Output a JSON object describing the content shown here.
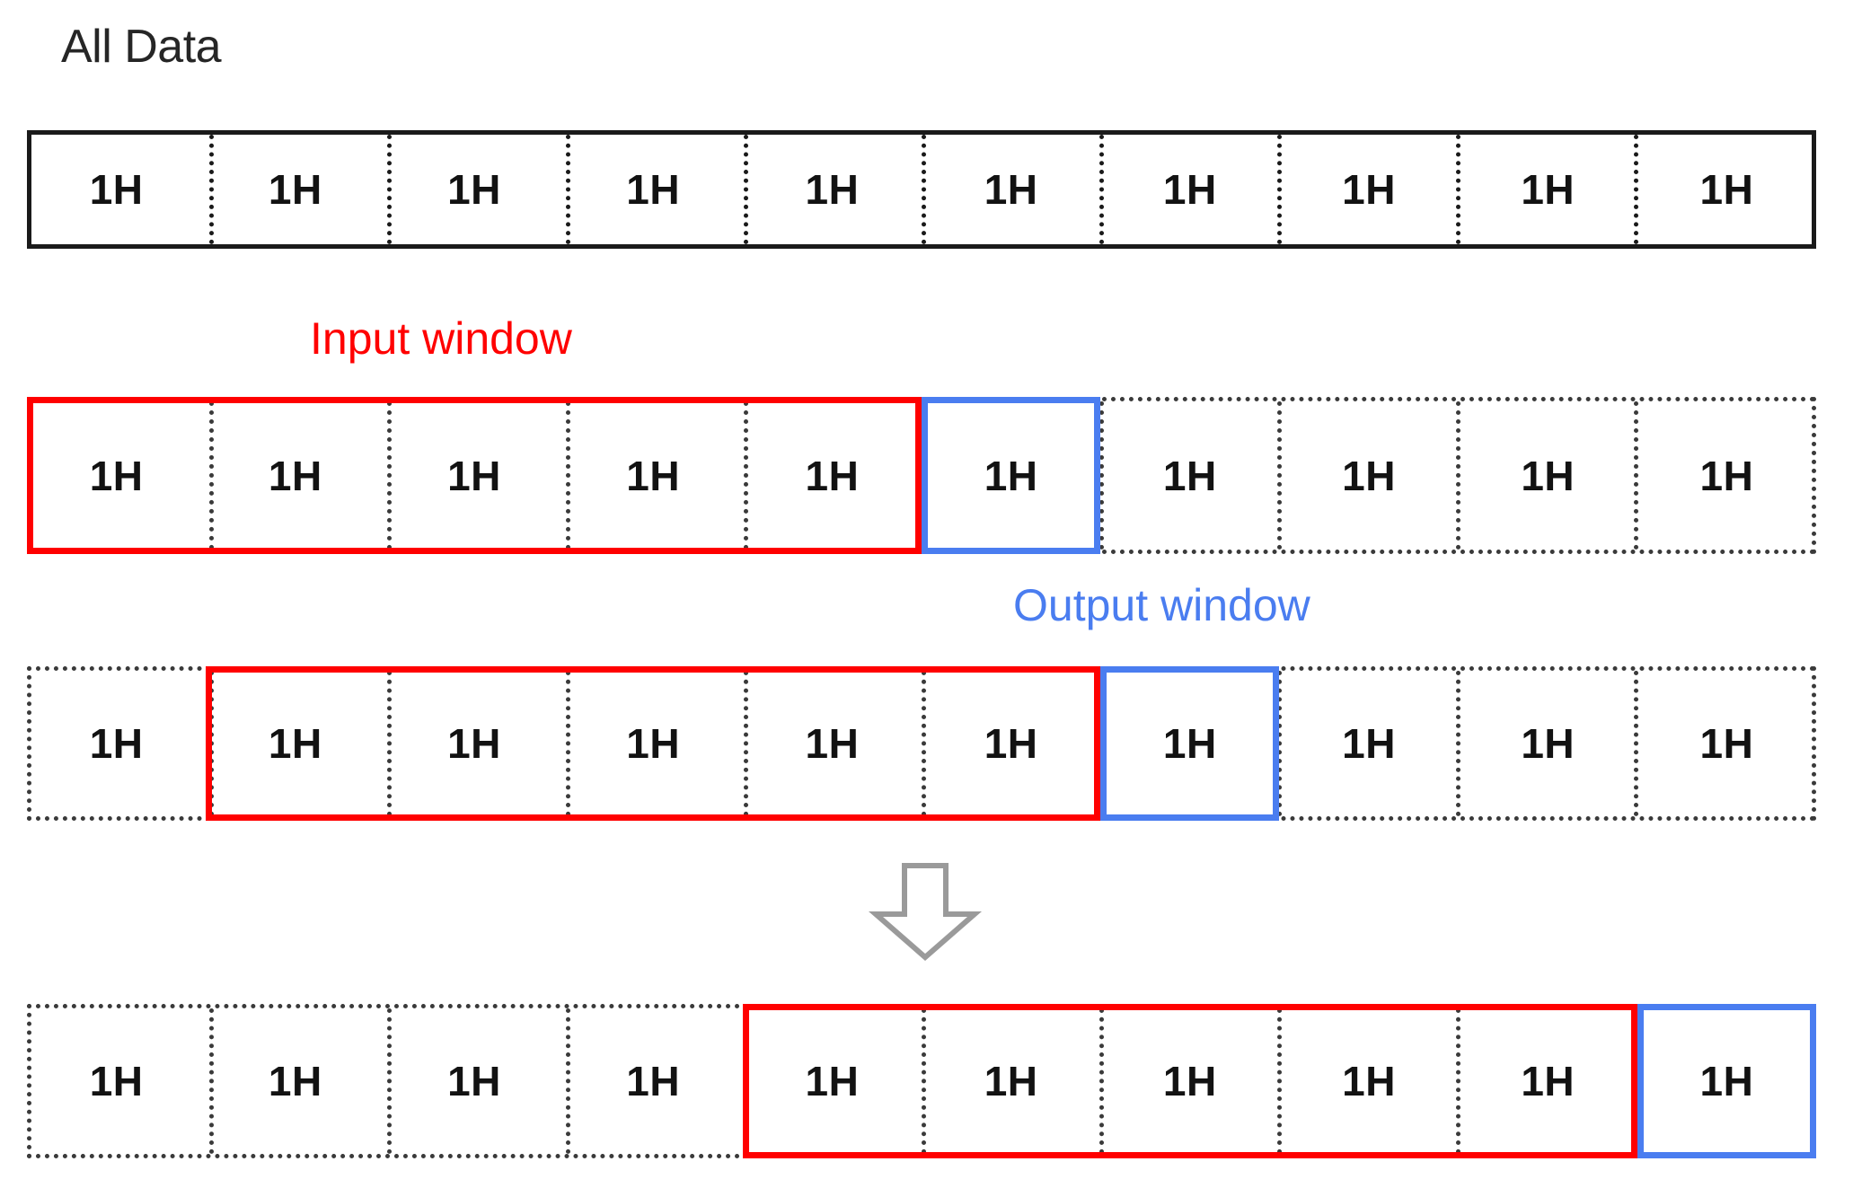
{
  "title": "All Data",
  "cell_label": "1H",
  "columns": 10,
  "colors": {
    "input_window": "#FF0000",
    "output_window": "#4A7DF0",
    "grid": "#3a3a3a",
    "solid_border": "#1a1a1a",
    "arrow": "#999999",
    "text": "#121212"
  },
  "captions": {
    "input_window": "Input window",
    "output_window": "Output window"
  },
  "rows": [
    {
      "id": "row1",
      "name": "all-data-row",
      "border_style": "solid",
      "cells": [
        "1H",
        "1H",
        "1H",
        "1H",
        "1H",
        "1H",
        "1H",
        "1H",
        "1H",
        "1H"
      ],
      "input_window": null,
      "output_window": null
    },
    {
      "id": "row2",
      "name": "window-position-1-row",
      "border_style": "dotted",
      "cells": [
        "1H",
        "1H",
        "1H",
        "1H",
        "1H",
        "1H",
        "1H",
        "1H",
        "1H",
        "1H"
      ],
      "input_window": {
        "start": 1,
        "end": 5
      },
      "output_window": {
        "start": 6,
        "end": 6
      }
    },
    {
      "id": "row3",
      "name": "window-position-2-row",
      "border_style": "dotted",
      "cells": [
        "1H",
        "1H",
        "1H",
        "1H",
        "1H",
        "1H",
        "1H",
        "1H",
        "1H",
        "1H"
      ],
      "input_window": {
        "start": 2,
        "end": 6
      },
      "output_window": {
        "start": 7,
        "end": 7
      }
    },
    {
      "id": "row4",
      "name": "window-position-final-row",
      "border_style": "dotted",
      "cells": [
        "1H",
        "1H",
        "1H",
        "1H",
        "1H",
        "1H",
        "1H",
        "1H",
        "1H",
        "1H"
      ],
      "input_window": {
        "start": 5,
        "end": 9
      },
      "output_window": {
        "start": 10,
        "end": 10
      }
    }
  ],
  "arrow": {
    "icon": "arrow-down-icon",
    "direction": "down"
  }
}
